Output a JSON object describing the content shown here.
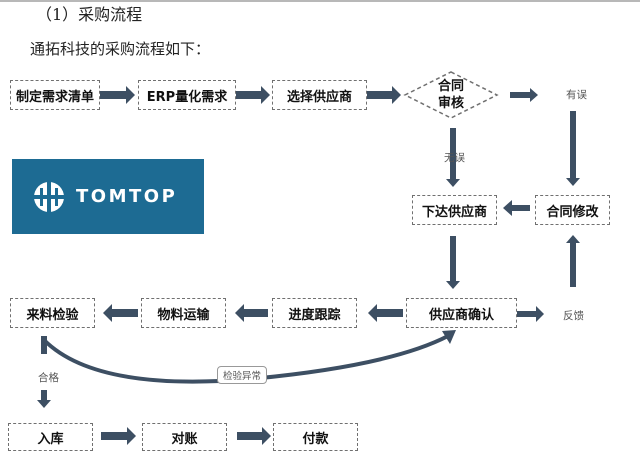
{
  "heading": "（1）采购流程",
  "intro": "通拓科技的采购流程如下：",
  "logo": {
    "text": "TOMTOP",
    "colors": {
      "background": "#1d6b93",
      "mark": "#ffffff"
    }
  },
  "steps": {
    "make_list": "制定需求清单",
    "erp": "ERP量化需求",
    "select_supplier": "选择供应商",
    "contract_review": "合同审核",
    "issue_supplier": "下达供应商",
    "contract_modify": "合同修改",
    "supplier_confirm": "供应商确认",
    "track": "进度跟踪",
    "transport": "物料运输",
    "inspect": "来料检验",
    "warehouse": "入库",
    "reconcile": "对账",
    "pay": "付款"
  },
  "labels": {
    "has_error": "有误",
    "no_error": "无误",
    "feedback": "反馈",
    "qualified": "合格",
    "inspection_abnormal": "检验异常"
  },
  "colors": {
    "arrow": "#3d4f63",
    "box_border": "#707070"
  }
}
